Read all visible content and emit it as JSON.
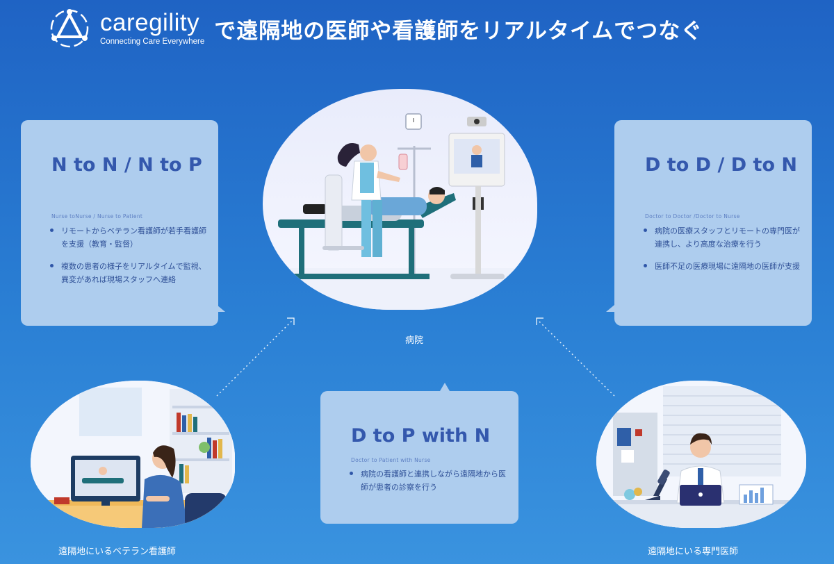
{
  "header": {
    "brand_name": "caregility",
    "brand_tagline": "Connecting Care Everywhere",
    "headline": "で遠隔地の医師や看護師をリアルタイムでつなぐ",
    "logo_icon": "caregility-logo-icon"
  },
  "colors": {
    "background_top": "#1f63c4",
    "background_bottom": "#3a93df",
    "card_background": "#aecdee",
    "card_title": "#3458ad",
    "accent_teal": "#1f6f7a"
  },
  "cards": {
    "left": {
      "title": "N to N / N to P",
      "subtitle": "Nurse toNurse / Nurse to Patient",
      "bullets": [
        "リモートからベテラン看護師が若手看護師を支援（教育・監督）",
        "複数の患者の様子をリアルタイムで監視、異変があれば現場スタッフへ連絡"
      ]
    },
    "right": {
      "title": "D to D / D to N",
      "subtitle": "Doctor to Doctor /Doctor to Nurse",
      "bullets": [
        "病院の医療スタッフとリモートの専門医が連携し、より高度な治療を行う",
        "医師不足の医療現場に遠隔地の医師が支援"
      ]
    },
    "center": {
      "title": "D to P with N",
      "subtitle": "Doctor to Patient with Nurse",
      "bullets": [
        "病院の看護師と連携しながら遠隔地から医師が患者の診察を行う"
      ]
    }
  },
  "labels": {
    "hospital": "病院",
    "nurse": "遠隔地にいるベテラン看護師",
    "doctor": "遠隔地にいる専門医師"
  }
}
